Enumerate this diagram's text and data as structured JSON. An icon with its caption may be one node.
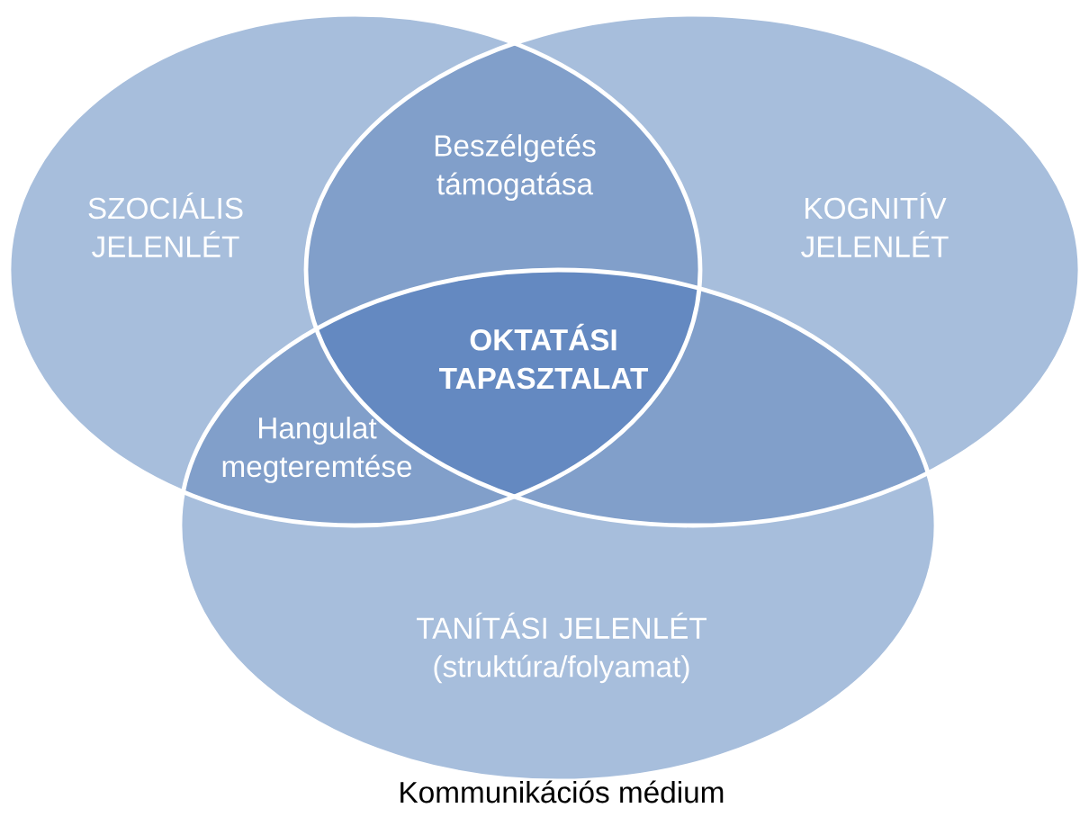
{
  "diagram": {
    "caption": "Kommunikációs médium",
    "nodes": [
      {
        "text": [
          "SZOCIÁLIS JELENLÉT"
        ]
      },
      {
        "text": [
          "KOGNITÍV JELENLÉT"
        ]
      },
      {
        "text": [
          "TANÍTÁSI JELENLÉT (struktúra/folyamat)"
        ]
      }
    ],
    "labels": [
      "Beszélgetés támogatása",
      "OKTATÁSI TAPASZTALAT",
      "Hangulat megteremtése"
    ]
  }
}
